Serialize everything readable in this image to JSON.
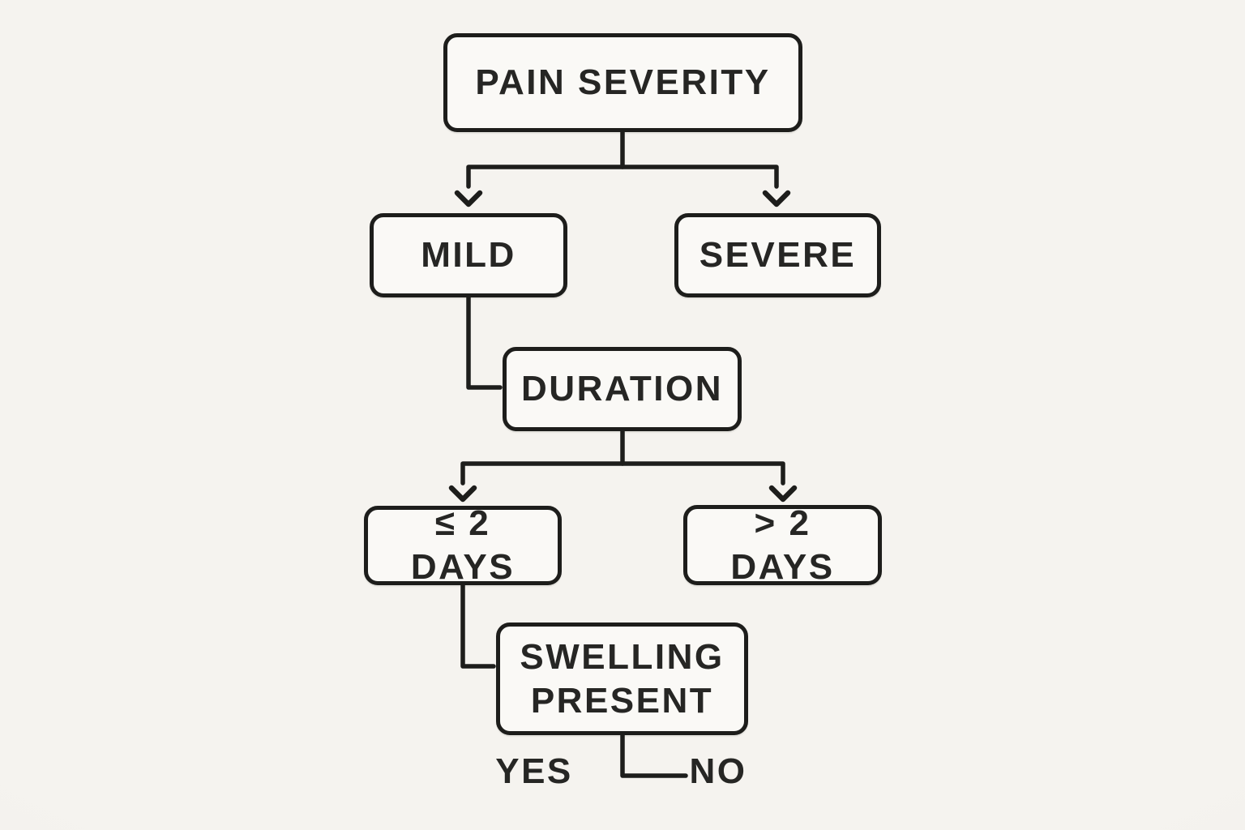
{
  "diagram": {
    "type": "flowchart",
    "nodes": {
      "pain_severity": {
        "label": "PAIN SEVERITY"
      },
      "mild": {
        "label": "MILD"
      },
      "severe": {
        "label": "SEVERE"
      },
      "duration": {
        "label": "DURATION"
      },
      "le_2_days": {
        "label": "≤ 2 DAYS"
      },
      "gt_2_days": {
        "label": "> 2 DAYS"
      },
      "swelling_present": {
        "label": "SWELLING PRESENT"
      }
    },
    "outcome_labels": {
      "yes": {
        "label": "YES"
      },
      "no": {
        "label": "NO"
      }
    },
    "edges": [
      {
        "from": "pain_severity",
        "to": "mild",
        "arrow": true
      },
      {
        "from": "pain_severity",
        "to": "severe",
        "arrow": true
      },
      {
        "from": "mild",
        "to": "duration",
        "arrow": false
      },
      {
        "from": "duration",
        "to": "le_2_days",
        "arrow": true
      },
      {
        "from": "duration",
        "to": "gt_2_days",
        "arrow": true
      },
      {
        "from": "le_2_days",
        "to": "swelling_present",
        "arrow": false
      },
      {
        "from": "swelling_present",
        "to": "no",
        "arrow": false
      }
    ],
    "colors": {
      "background": "#f5f3ef",
      "background_edge": "#edebe6",
      "node_fill": "#faf9f6",
      "line": "#1d1d1b",
      "text": "#262624"
    }
  }
}
